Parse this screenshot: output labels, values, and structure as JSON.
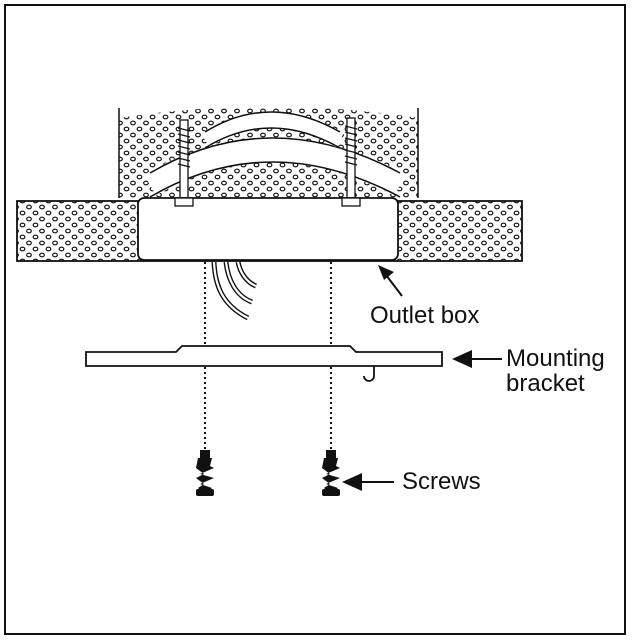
{
  "labels": {
    "outlet_box": "Outlet box",
    "mounting_bracket_line1": "Mounting",
    "mounting_bracket_line2": "bracket",
    "screws": "Screws"
  },
  "colors": {
    "stroke": "#111111",
    "background": "#ffffff"
  }
}
